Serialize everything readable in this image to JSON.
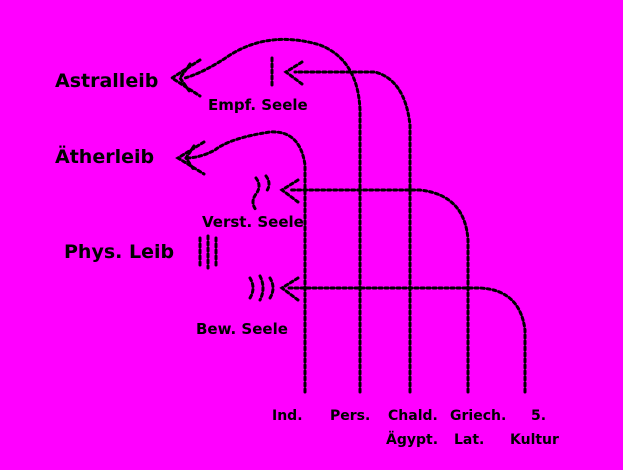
{
  "colors": {
    "background": "#ff00ff",
    "ink": "#000000"
  },
  "labels": {
    "astralleib": "Astralleib",
    "aetherleib": "Ätherleib",
    "phys_leib": "Phys. Leib",
    "empf_seele": "Empf. Seele",
    "verst_seele": "Verst. Seele",
    "bew_seele": "Bew. Seele"
  },
  "cultures": {
    "ind": "Ind.",
    "pers": "Pers.",
    "chald": "Chald.",
    "aegypt": "Ägypt.",
    "griech": "Griech.",
    "lat": "Lat.",
    "fuenf": "5.",
    "kultur": "Kultur"
  }
}
